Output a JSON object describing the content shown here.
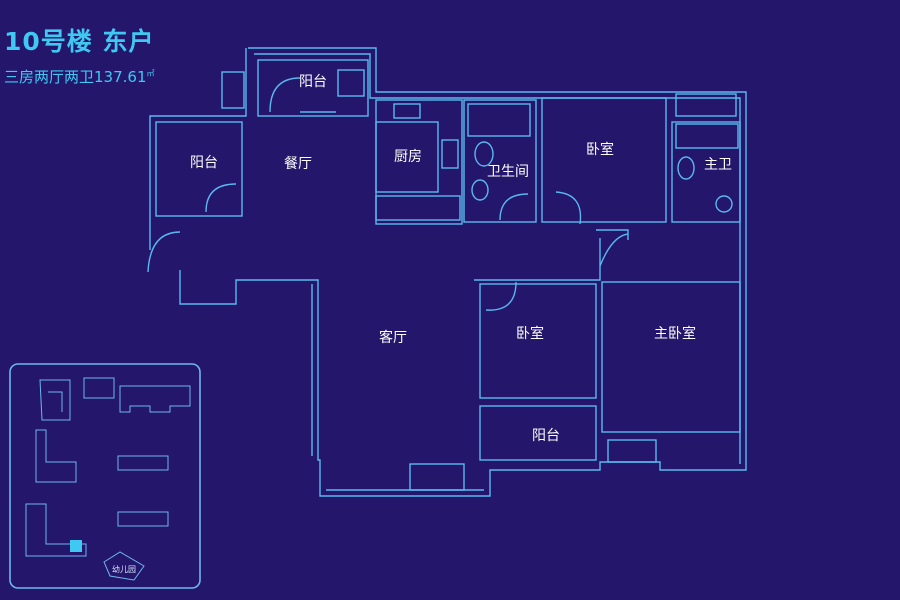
{
  "header": {
    "title": "10号楼 东户",
    "layout": "三房两厅两卫137.61",
    "area_unit": "㎡"
  },
  "rooms": {
    "balcony_top": "阳台",
    "balcony_left": "阳台",
    "dining": "餐厅",
    "kitchen": "厨房",
    "bathroom": "卫生间",
    "bedroom_north": "卧室",
    "master_bath": "主卫",
    "living": "客厅",
    "bedroom_middle": "卧室",
    "master_bedroom": "主卧室",
    "balcony_bottom": "阳台"
  },
  "site_map": {
    "kindergarten": "幼儿园"
  },
  "colors": {
    "background": "#23166b",
    "wall_line": "#5ab8f0",
    "title_text": "#3fc9f2",
    "room_label": "#ffffff"
  }
}
